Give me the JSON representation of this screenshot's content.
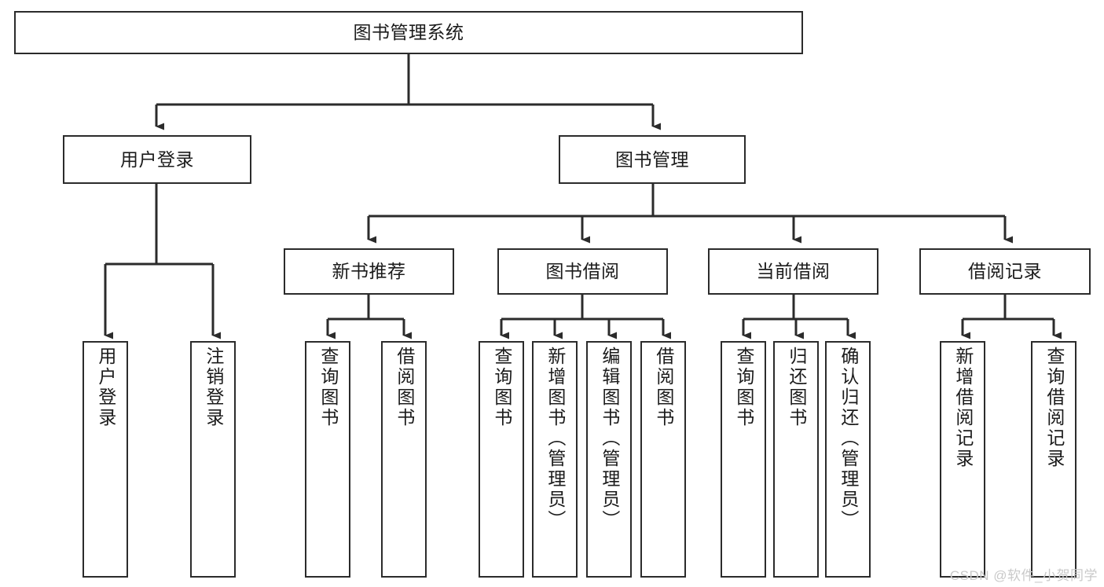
{
  "diagram": {
    "title": "图书管理系统",
    "type": "tree-hierarchy-diagram",
    "colors": {
      "box_border": "#2b2b2b",
      "box_fill": "#ffffff",
      "connector": "#2b2b2b",
      "watermark": "#c9c9c9",
      "background": "#ffffff"
    },
    "root": {
      "label": "图书管理系统"
    },
    "level2": [
      {
        "label": "用户登录"
      },
      {
        "label": "图书管理"
      }
    ],
    "level3": [
      {
        "label": "新书推荐"
      },
      {
        "label": "图书借阅"
      },
      {
        "label": "当前借阅"
      },
      {
        "label": "借阅记录"
      }
    ],
    "leaves": {
      "user_login": [
        {
          "label": "用户登录"
        },
        {
          "label": "注销登录"
        }
      ],
      "new_book_recommend": [
        {
          "label": "查询图书"
        },
        {
          "label": "借阅图书"
        }
      ],
      "book_borrow": [
        {
          "label": "查询图书"
        },
        {
          "label": "新增图书（管理员）"
        },
        {
          "label": "编辑图书（管理员）"
        },
        {
          "label": "借阅图书"
        }
      ],
      "current_borrow": [
        {
          "label": "查询图书"
        },
        {
          "label": "归还图书"
        },
        {
          "label": "确认归还（管理员）"
        }
      ],
      "borrow_record": [
        {
          "label": "新增借阅记录"
        },
        {
          "label": "查询借阅记录"
        }
      ]
    }
  },
  "watermark": {
    "text": "CSDN @软件_小贺同学"
  }
}
